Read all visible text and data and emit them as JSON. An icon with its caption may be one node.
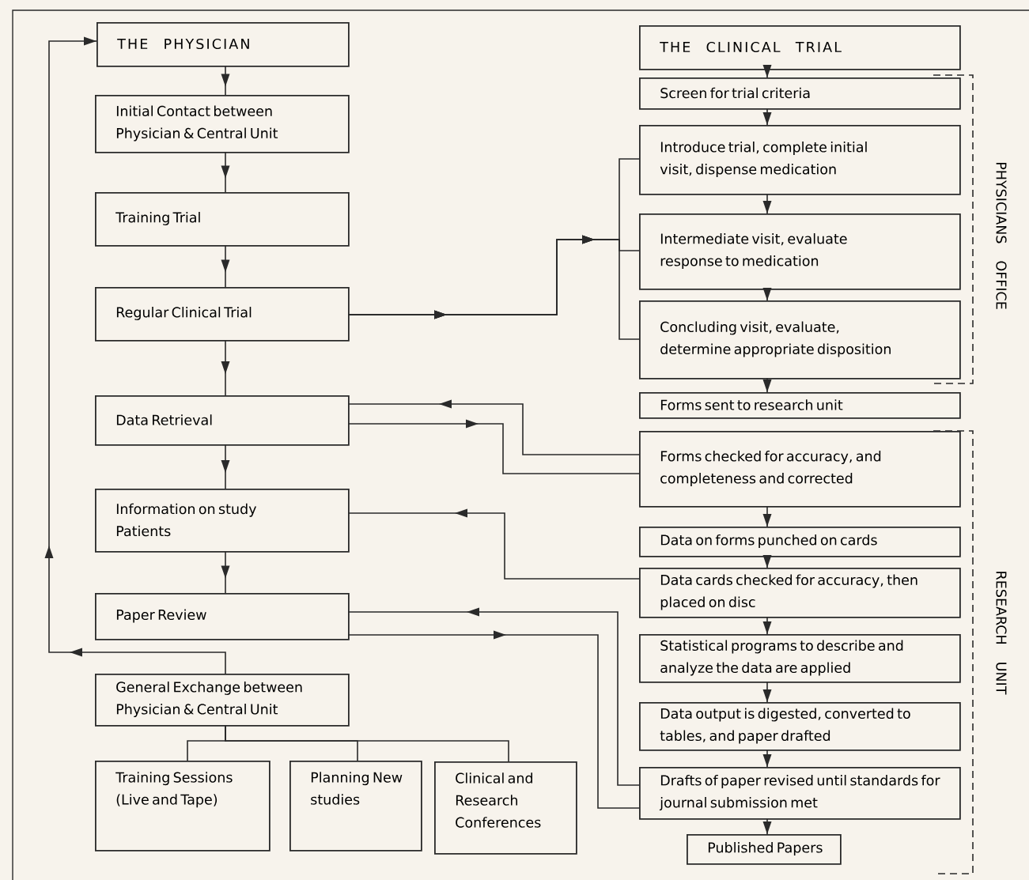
{
  "diagram": {
    "nodes": [
      {
        "text": [
          "THE PHYSICIAN"
        ]
      },
      {
        "text": [
          "Initial Contact between Physician & Central Unit"
        ]
      },
      {
        "text": [
          "Training Trial"
        ]
      },
      {
        "text": [
          "Regular Clinical Trial"
        ]
      },
      {
        "text": [
          "Data Retrieval"
        ]
      },
      {
        "text": [
          "Information on study Patients"
        ]
      },
      {
        "text": [
          "Paper Review"
        ]
      },
      {
        "text": [
          "General Exchange between Physician & Central Unit"
        ]
      },
      {
        "text": [
          "Training Sessions (Live and Tape)"
        ]
      },
      {
        "text": [
          "Planning New studies"
        ]
      },
      {
        "text": [
          "Clinical and Research Conferences"
        ]
      },
      {
        "text": [
          "THE CLINICAL TRIAL"
        ]
      },
      {
        "text": [
          "Screen for trial criteria"
        ]
      },
      {
        "text": [
          "Introduce trial, complete initial visit, dispense medication"
        ]
      },
      {
        "text": [
          "Intermediate visit, evaluate response to medication"
        ]
      },
      {
        "text": [
          "Concluding visit, evaluate, determine appropriate disposition"
        ]
      },
      {
        "text": [
          "Forms sent to research unit"
        ]
      },
      {
        "text": [
          "Forms checked for accuracy, and completeness and corrected"
        ]
      },
      {
        "text": [
          "Data on forms punched on cards"
        ]
      },
      {
        "text": [
          "Data cards checked for accuracy, then placed on disc"
        ]
      },
      {
        "text": [
          "Statistical programs to describe and analyze the data are applied"
        ]
      },
      {
        "text": [
          "Data output is digested, converted to tables, and paper drafted"
        ]
      },
      {
        "text": [
          "Drafts of paper revised until standards for journal submission met"
        ]
      },
      {
        "text": [
          "Published Papers"
        ]
      }
    ],
    "edges": [
      {
        "from": 0,
        "to": 1,
        "arrow": "to"
      },
      {
        "from": 1,
        "to": 2,
        "arrow": "to"
      },
      {
        "from": 2,
        "to": 3,
        "arrow": "to"
      },
      {
        "from": 3,
        "to": 4,
        "arrow": "to"
      },
      {
        "from": 4,
        "to": 5,
        "arrow": "to"
      },
      {
        "from": 5,
        "to": 6,
        "arrow": "to"
      },
      {
        "from": 7,
        "to": 0,
        "arrow": "to"
      },
      {
        "from": 7,
        "to": 8,
        "arrow": "none"
      },
      {
        "from": 7,
        "to": 9,
        "arrow": "none"
      },
      {
        "from": 7,
        "to": 10,
        "arrow": "none"
      },
      {
        "from": 3,
        "to": 13,
        "arrow": "to"
      },
      {
        "from": 3,
        "to": 14,
        "arrow": "to"
      },
      {
        "from": 3,
        "to": 15,
        "arrow": "to"
      },
      {
        "from": 11,
        "to": 12,
        "arrow": "to"
      },
      {
        "from": 12,
        "to": 13,
        "arrow": "to"
      },
      {
        "from": 13,
        "to": 14,
        "arrow": "to"
      },
      {
        "from": 14,
        "to": 15,
        "arrow": "to"
      },
      {
        "from": 15,
        "to": 16,
        "arrow": "to"
      },
      {
        "from": 17,
        "to": 18,
        "arrow": "to"
      },
      {
        "from": 18,
        "to": 19,
        "arrow": "to"
      },
      {
        "from": 19,
        "to": 20,
        "arrow": "to"
      },
      {
        "from": 20,
        "to": 21,
        "arrow": "to"
      },
      {
        "from": 21,
        "to": 22,
        "arrow": "to"
      },
      {
        "from": 22,
        "to": 23,
        "arrow": "to"
      },
      {
        "from": 17,
        "to": 4,
        "arrow": "to"
      },
      {
        "from": 4,
        "to": 17,
        "arrow": "to"
      },
      {
        "from": 19,
        "to": 5,
        "arrow": "to"
      },
      {
        "from": 22,
        "to": 6,
        "arrow": "to"
      },
      {
        "from": 6,
        "to": 22,
        "arrow": "to"
      }
    ],
    "labels": [
      "PHYSICIANS OFFICE",
      "RESEARCH UNIT"
    ]
  }
}
